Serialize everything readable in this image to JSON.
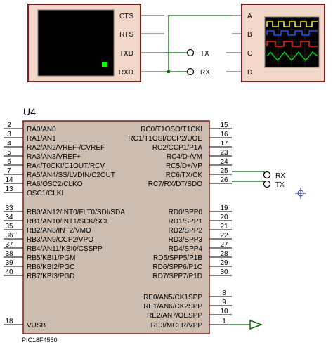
{
  "terminal": {
    "pins": [
      "CTS",
      "RTS",
      "TXD",
      "RXD"
    ]
  },
  "scope": {
    "channels": [
      "A",
      "B",
      "C",
      "D"
    ],
    "trace_colors": [
      "#ffff00",
      "#0000ff",
      "#ff0000",
      "#00cc00"
    ]
  },
  "terminal_ports": {
    "tx": "TX",
    "rx": "RX"
  },
  "mcu": {
    "ref": "U4",
    "part": "PIC18F4550",
    "left_pins": [
      {
        "num": "2",
        "name": "RA0/AN0"
      },
      {
        "num": "3",
        "name": "RA1/AN1"
      },
      {
        "num": "4",
        "name": "RA2/AN2/VREF-/CVREF"
      },
      {
        "num": "5",
        "name": "RA3/AN3/VREF+"
      },
      {
        "num": "6",
        "name": "RA4/T0CKI/C1OUT/RCV"
      },
      {
        "num": "7",
        "name": "RA5/AN4/SS/LVDIN/C2OUT"
      },
      {
        "num": "14",
        "name": "RA6/OSC2/CLKO"
      },
      {
        "num": "13",
        "name": "OSC1/CLKI"
      },
      {
        "num": "33",
        "name": "RB0/AN12/INT0/FLT0/SDI/SDA"
      },
      {
        "num": "34",
        "name": "RB1/AN10/INT1/SCK/SCL"
      },
      {
        "num": "35",
        "name": "RB2/AN8/INT2/VMO"
      },
      {
        "num": "36",
        "name": "RB3/AN9/CCP2/VPO"
      },
      {
        "num": "37",
        "name": "RB4/AN11/KBI0/CSSPP"
      },
      {
        "num": "38",
        "name": "RB5/KBI1/PGM"
      },
      {
        "num": "39",
        "name": "RB6/KBI2/PGC"
      },
      {
        "num": "40",
        "name": "RB7/KBI3/PGD"
      },
      {
        "num": "18",
        "name": "VUSB"
      }
    ],
    "right_pins": [
      {
        "num": "15",
        "name": "RC0/T1OSO/T1CKI"
      },
      {
        "num": "16",
        "name": "RC1/T1OSI/CCP2/UOE"
      },
      {
        "num": "17",
        "name": "RC2/CCP1/P1A"
      },
      {
        "num": "23",
        "name": "RC4/D-/VM"
      },
      {
        "num": "24",
        "name": "RC5/D+/VP"
      },
      {
        "num": "25",
        "name": "RC6/TX/CK"
      },
      {
        "num": "26",
        "name": "RC7/RX/DT/SDO"
      },
      {
        "num": "19",
        "name": "RD0/SPP0"
      },
      {
        "num": "20",
        "name": "RD1/SPP1"
      },
      {
        "num": "21",
        "name": "RD2/SPP2"
      },
      {
        "num": "22",
        "name": "RD3/SPP3"
      },
      {
        "num": "27",
        "name": "RD4/SPP4"
      },
      {
        "num": "28",
        "name": "RD5/SPP5/P1B"
      },
      {
        "num": "29",
        "name": "RD6/SPP6/P1C"
      },
      {
        "num": "30",
        "name": "RD7/SPP7/P1D"
      },
      {
        "num": "8",
        "name": "RE0/AN5/CK1SPP"
      },
      {
        "num": "9",
        "name": "RE1/AN6/CK2SPP"
      },
      {
        "num": "10",
        "name": "RE2/AN7/OESPP"
      },
      {
        "num": "1",
        "name": "RE3/MCLR/VPP"
      }
    ]
  },
  "mcu_ports": {
    "rx": "RX",
    "tx": "TX"
  }
}
